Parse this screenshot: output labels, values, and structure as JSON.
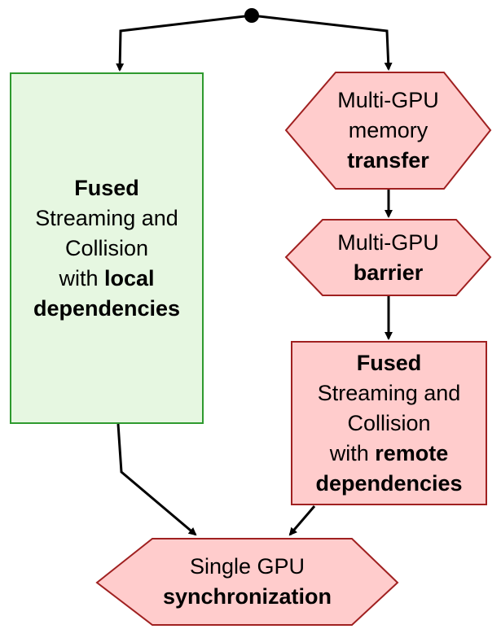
{
  "colors": {
    "green_fill": "#e6f7e1",
    "green_stroke": "#2e9a2e",
    "red_fill": "#ffcccc",
    "red_stroke": "#a02020",
    "edge": "#000000"
  },
  "nodes": {
    "local": {
      "shape": "rectangle",
      "line1_bold": "Fused",
      "line2": "Streaming and",
      "line3": "Collision",
      "line4_pre": "with ",
      "line4_bold": "local",
      "line5_bold": "dependencies"
    },
    "transfer": {
      "shape": "hexagon",
      "line1": "Multi-GPU",
      "line2": "memory",
      "line3_bold": "transfer"
    },
    "barrier": {
      "shape": "hexagon",
      "line1": "Multi-GPU",
      "line2_bold": "barrier"
    },
    "remote": {
      "shape": "rectangle",
      "line1_bold": "Fused",
      "line2": "Streaming and",
      "line3": "Collision",
      "line4_pre": "with ",
      "line4_bold": "remote",
      "line5_bold": "dependencies"
    },
    "sync": {
      "shape": "hexagon",
      "line1": "Single GPU",
      "line2_bold": "synchronization"
    }
  },
  "edges": [
    {
      "from": "start",
      "to": "local"
    },
    {
      "from": "start",
      "to": "transfer"
    },
    {
      "from": "transfer",
      "to": "barrier"
    },
    {
      "from": "barrier",
      "to": "remote"
    },
    {
      "from": "local",
      "to": "sync"
    },
    {
      "from": "remote",
      "to": "sync"
    }
  ]
}
